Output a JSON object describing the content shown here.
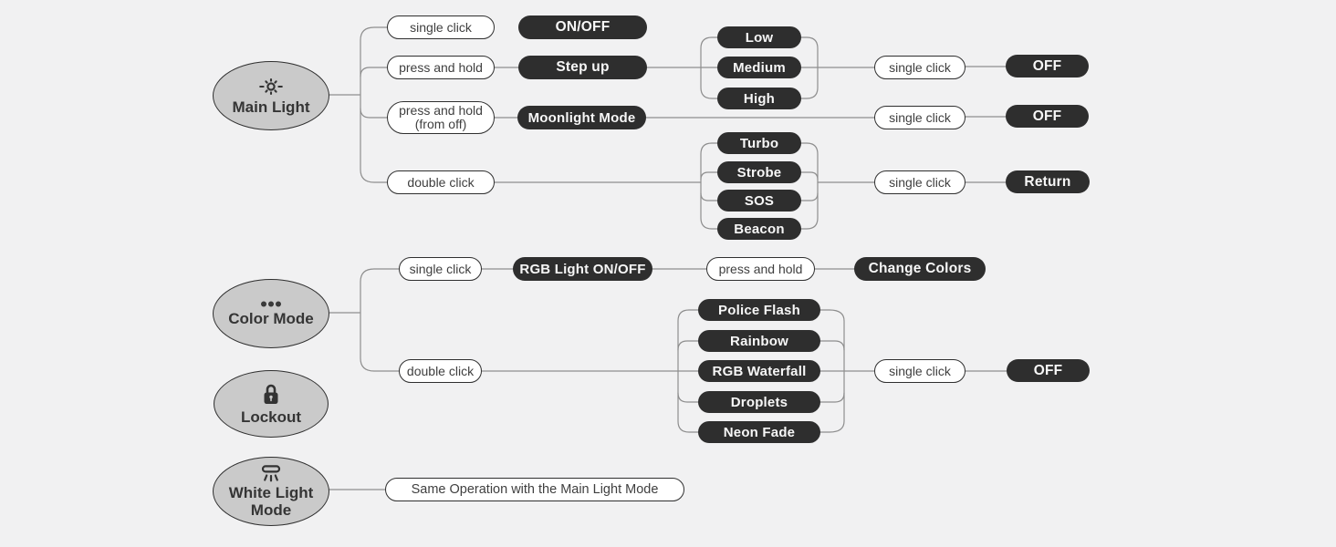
{
  "palette": {
    "background": "#f1f1f2",
    "dark_pill": "#2e2e2e",
    "node_fill": "#cacaca",
    "wire_color": "#8e8e8e"
  },
  "nodes": {
    "main_light": {
      "label": "Main Light",
      "icon": "brightness-sun-icon"
    },
    "color_mode": {
      "label": "Color Mode",
      "icon": "three-dots-icon"
    },
    "lockout": {
      "label": "Lockout",
      "icon": "padlock-icon"
    },
    "white_light": {
      "label_line1": "White Light",
      "label_line2": "Mode",
      "icon": "ceiling-light-icon"
    }
  },
  "main": {
    "row1": {
      "action": "single click",
      "result": "ON/OFF"
    },
    "row2": {
      "action": "press and hold",
      "result": "Step up",
      "levels": [
        "Low",
        "Medium",
        "High"
      ],
      "then": "single click",
      "outcome": "OFF"
    },
    "row3": {
      "action_line1": "press and hold",
      "action_line2": "(from off)",
      "result": "Moonlight Mode",
      "then": "single click",
      "outcome": "OFF"
    },
    "row4": {
      "action": "double click",
      "modes": [
        "Turbo",
        "Strobe",
        "SOS",
        "Beacon"
      ],
      "then": "single click",
      "outcome": "Return"
    }
  },
  "color": {
    "row1": {
      "action": "single click",
      "result": "RGB Light ON/OFF",
      "then": "press and hold",
      "outcome": "Change Colors"
    },
    "row2": {
      "action": "double click",
      "modes": [
        "Police Flash",
        "Rainbow",
        "RGB Waterfall",
        "Droplets",
        "Neon Fade"
      ],
      "then": "single click",
      "outcome": "OFF"
    }
  },
  "white_light": {
    "note": "Same Operation with the Main Light Mode"
  }
}
